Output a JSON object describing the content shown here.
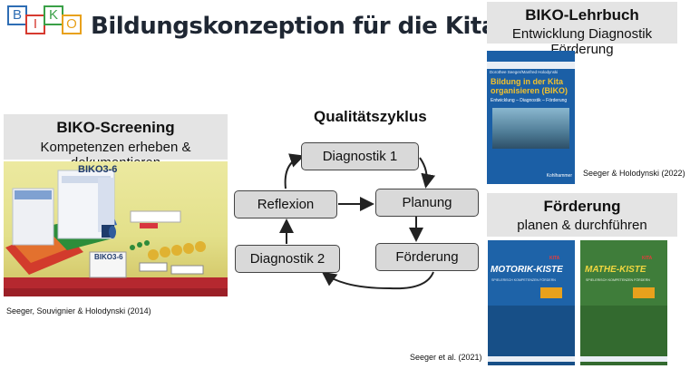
{
  "logo": {
    "letters": [
      "B",
      "I",
      "K",
      "O"
    ],
    "colors": [
      "#2e6db4",
      "#d63a2f",
      "#3aa047",
      "#e8a11c"
    ]
  },
  "header": {
    "title": "Bildungskonzeption für die Kita"
  },
  "screening": {
    "title": "BIKO-Screening",
    "subtitle": "Kompetenzen erheben & dokumentieren",
    "box_label_1": "BIKO3-6",
    "box_label_2": "BIKO3-6",
    "caption": "Seeger, Souvignier & Holodynski (2014)"
  },
  "cycle": {
    "title": "Qualitätszyklus",
    "nodes": {
      "diagnostik1": "Diagnostik 1",
      "planung": "Planung",
      "foerderung": "Förderung",
      "diagnostik2": "Diagnostik 2",
      "reflexion": "Reflexion"
    }
  },
  "lehrbuch": {
    "title": "BIKO-Lehrbuch",
    "subtitle": "Entwicklung Diagnostik Förderung",
    "book_authors": "Dorothee Seeger/Manfred Holodynski",
    "book_title": "Bildung in der Kita organisieren (BIKO)",
    "book_subtitle": "Entwicklung – Diagnostik – Förderung",
    "publisher": "Kohlhammer",
    "caption": "Seeger & Holodynski (2022)"
  },
  "foerderung": {
    "title": "Förderung",
    "subtitle": "planen & durchführen",
    "motorik_title": "MOTORIK-KISTE",
    "motorik_sub": "SPIELERISCH KOMPETENZEN FÖRDERN",
    "mathe_title": "MATHE-KISTE",
    "mathe_sub": "SPIELERISCH KOMPETENZEN FÖRDERN",
    "series_tag": "KITA",
    "caption": "Seeger et al. (2021)"
  },
  "colors": {
    "node_fill": "#d9d9d9",
    "header_box": "#e4e4e4",
    "motorik_blue": "#1e63a8",
    "mathe_green": "#3f7d3a"
  }
}
